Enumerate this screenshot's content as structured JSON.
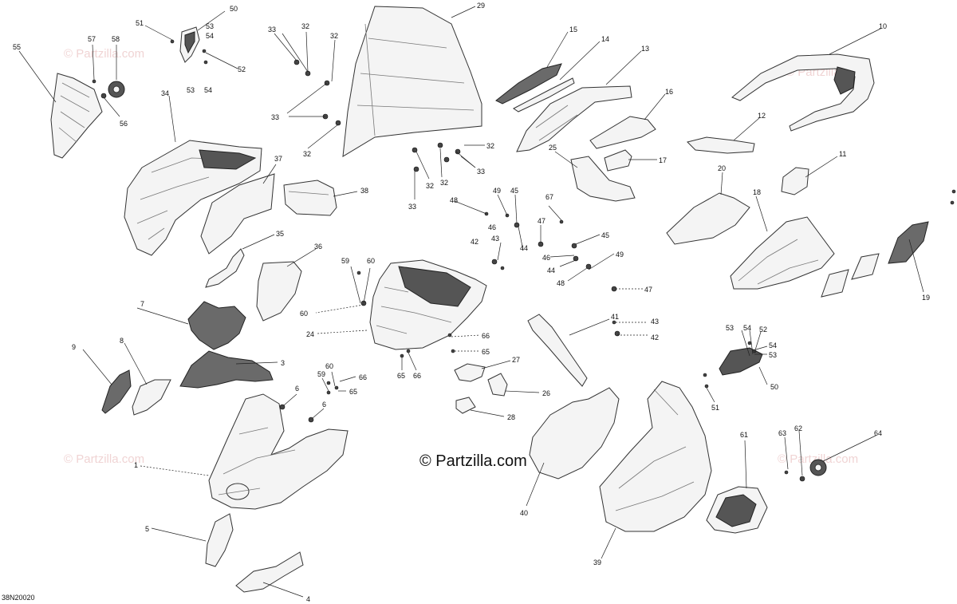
{
  "diagram_code": "38N20020",
  "watermark": "© Partzilla.com",
  "callouts": [
    "1",
    "3",
    "4",
    "5",
    "6",
    "7",
    "8",
    "9",
    "10",
    "11",
    "12",
    "13",
    "14",
    "15",
    "16",
    "17",
    "18",
    "19",
    "20",
    "24",
    "25",
    "26",
    "27",
    "28",
    "29",
    "32",
    "33",
    "34",
    "35",
    "36",
    "37",
    "38",
    "39",
    "40",
    "41",
    "42",
    "43",
    "44",
    "45",
    "46",
    "47",
    "48",
    "49",
    "50",
    "51",
    "52",
    "53",
    "54",
    "55",
    "56",
    "57",
    "58",
    "59",
    "60",
    "61",
    "62",
    "63",
    "64",
    "65",
    "66",
    "67"
  ]
}
